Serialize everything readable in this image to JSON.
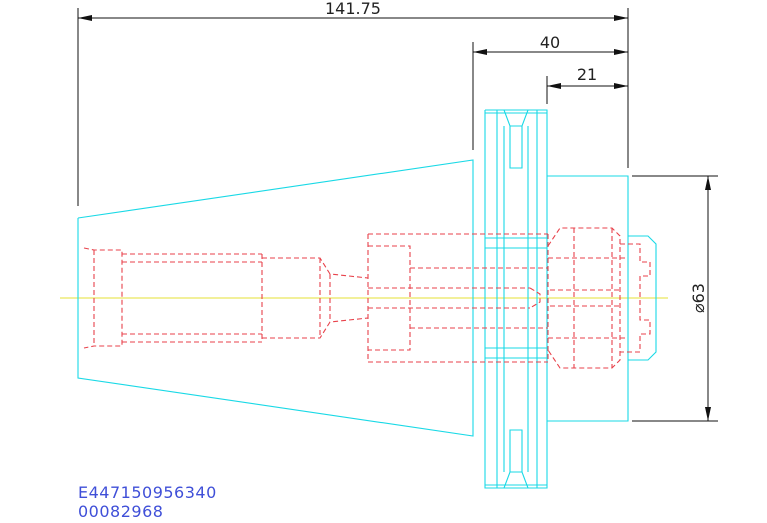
{
  "dimensions": {
    "overall_length": "141.75",
    "flange_length": "40",
    "flange_to_face": "21",
    "diameter": "⌀63"
  },
  "part_codes": {
    "line1": "E447150956340",
    "line2": "00082968"
  },
  "colors": {
    "outline": "#19d9e6",
    "hidden_lines": "#e8424b",
    "dimension_lines": "#111111",
    "center_line": "#e6e236",
    "code_text": "#3f4fd8",
    "background": "#ffffff"
  }
}
